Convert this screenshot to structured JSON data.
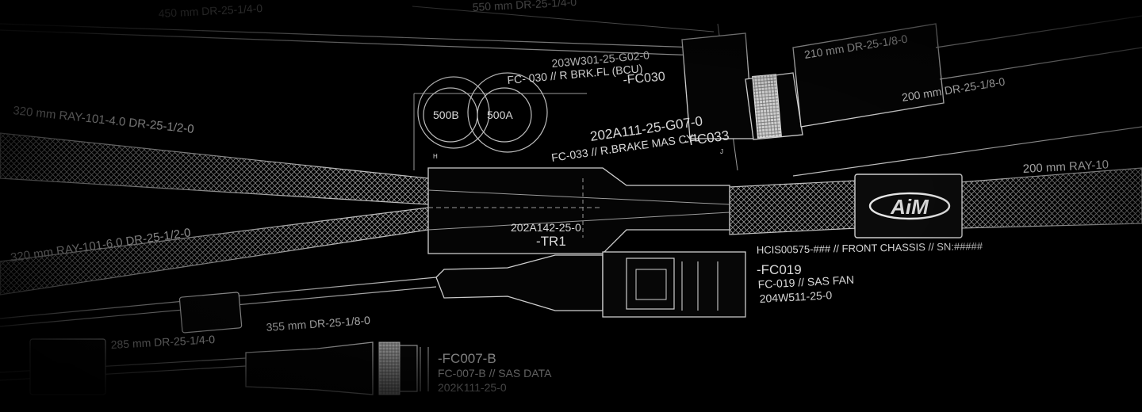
{
  "labels": {
    "top_left": "450 mm DR-25-1/4-0",
    "top_mid": "550 mm DR-25-1/4-0",
    "fc030_part": "203W301-25-G02-0",
    "fc030_desc": "FC- 030 // R BRK.FL (BCU)",
    "fc030_id": "-FC030",
    "right_210": "210 mm DR-25-1/8-0",
    "right_200b": "200 mm DR-25-1/8-0",
    "circle_b": "500B",
    "circle_a": "500A",
    "fc033_part": "202A111-25-G07-0",
    "fc033_desc": "FC-033 // R.BRAKE MAS CYL",
    "fc033_id": "-FC033",
    "ray_4": "320 mm  RAY-101-4.0  DR-25-1/2-0",
    "ray_right": "200 mm  RAY-10",
    "tr1_part": "202A142-25-0",
    "tr1_id": "-TR1",
    "ray_6": "320 mm  RAY-101-6.0  DR-25-1/2-0",
    "chassis": "HCIS00575-### // FRONT CHASSIS // SN:#####",
    "fc019_id": "-FC019",
    "fc019_desc": "FC-019 // SAS FAN",
    "fc019_part": "204W511-25-0",
    "len_355": "355 mm  DR-25-1/8-0",
    "len_285": "285 mm  DR-25-1/4-0",
    "fc007_id": "-FC007-B",
    "fc007_desc": "FC-007-B // SAS DATA",
    "fc007_part": "202K111-25-0",
    "marker_h": "H",
    "marker_j": "J"
  },
  "logo": {
    "text": "AiM"
  }
}
